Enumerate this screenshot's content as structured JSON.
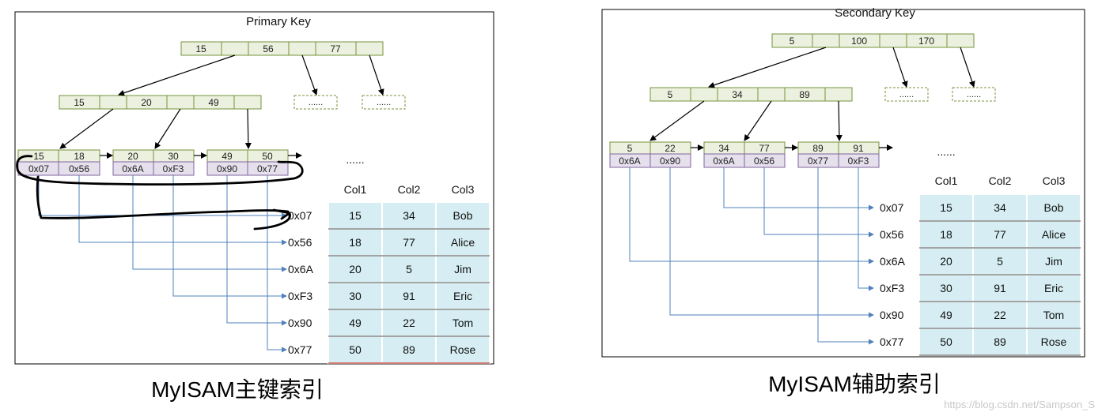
{
  "primary": {
    "title": "Primary Key",
    "root_keys": [
      "15",
      "56",
      "77"
    ],
    "mid_keys": [
      "15",
      "20",
      "49"
    ],
    "placeholders": [
      "......",
      "......"
    ],
    "leaves": [
      {
        "keys": [
          "15",
          "18"
        ],
        "ptrs": [
          "0x07",
          "0x56"
        ]
      },
      {
        "keys": [
          "20",
          "30"
        ],
        "ptrs": [
          "0x6A",
          "0xF3"
        ]
      },
      {
        "keys": [
          "49",
          "50"
        ],
        "ptrs": [
          "0x90",
          "0x77"
        ]
      }
    ],
    "ellipsis": "......",
    "table": {
      "headers": [
        "Col1",
        "Col2",
        "Col3"
      ],
      "rows": [
        {
          "addr": "0x07",
          "cells": [
            "15",
            "34",
            "Bob"
          ]
        },
        {
          "addr": "0x56",
          "cells": [
            "18",
            "77",
            "Alice"
          ]
        },
        {
          "addr": "0x6A",
          "cells": [
            "20",
            "5",
            "Jim"
          ]
        },
        {
          "addr": "0xF3",
          "cells": [
            "30",
            "91",
            "Eric"
          ]
        },
        {
          "addr": "0x90",
          "cells": [
            "49",
            "22",
            "Tom"
          ]
        },
        {
          "addr": "0x77",
          "cells": [
            "50",
            "89",
            "Rose"
          ]
        }
      ]
    },
    "caption": "MyISAM主键索引"
  },
  "secondary": {
    "title": "Secondary Key",
    "root_keys": [
      "5",
      "100",
      "170"
    ],
    "mid_keys": [
      "5",
      "34",
      "89"
    ],
    "placeholders": [
      "......",
      "......"
    ],
    "leaves": [
      {
        "keys": [
          "5",
          "22"
        ],
        "ptrs": [
          "0x6A",
          "0x90"
        ]
      },
      {
        "keys": [
          "34",
          "77"
        ],
        "ptrs": [
          "0x6A",
          "0x56"
        ]
      },
      {
        "keys": [
          "89",
          "91"
        ],
        "ptrs": [
          "0x77",
          "0xF3"
        ]
      }
    ],
    "ellipsis": "......",
    "table": {
      "headers": [
        "Col1",
        "Col2",
        "Col3"
      ],
      "rows": [
        {
          "addr": "0x07",
          "cells": [
            "15",
            "34",
            "Bob"
          ]
        },
        {
          "addr": "0x56",
          "cells": [
            "18",
            "77",
            "Alice"
          ]
        },
        {
          "addr": "0x6A",
          "cells": [
            "20",
            "5",
            "Jim"
          ]
        },
        {
          "addr": "0xF3",
          "cells": [
            "30",
            "91",
            "Eric"
          ]
        },
        {
          "addr": "0x90",
          "cells": [
            "49",
            "22",
            "Tom"
          ]
        },
        {
          "addr": "0x77",
          "cells": [
            "50",
            "89",
            "Rose"
          ]
        }
      ]
    },
    "caption": "MyISAM辅助索引"
  },
  "watermark": "https://blog.csdn.net/Sampson_S"
}
